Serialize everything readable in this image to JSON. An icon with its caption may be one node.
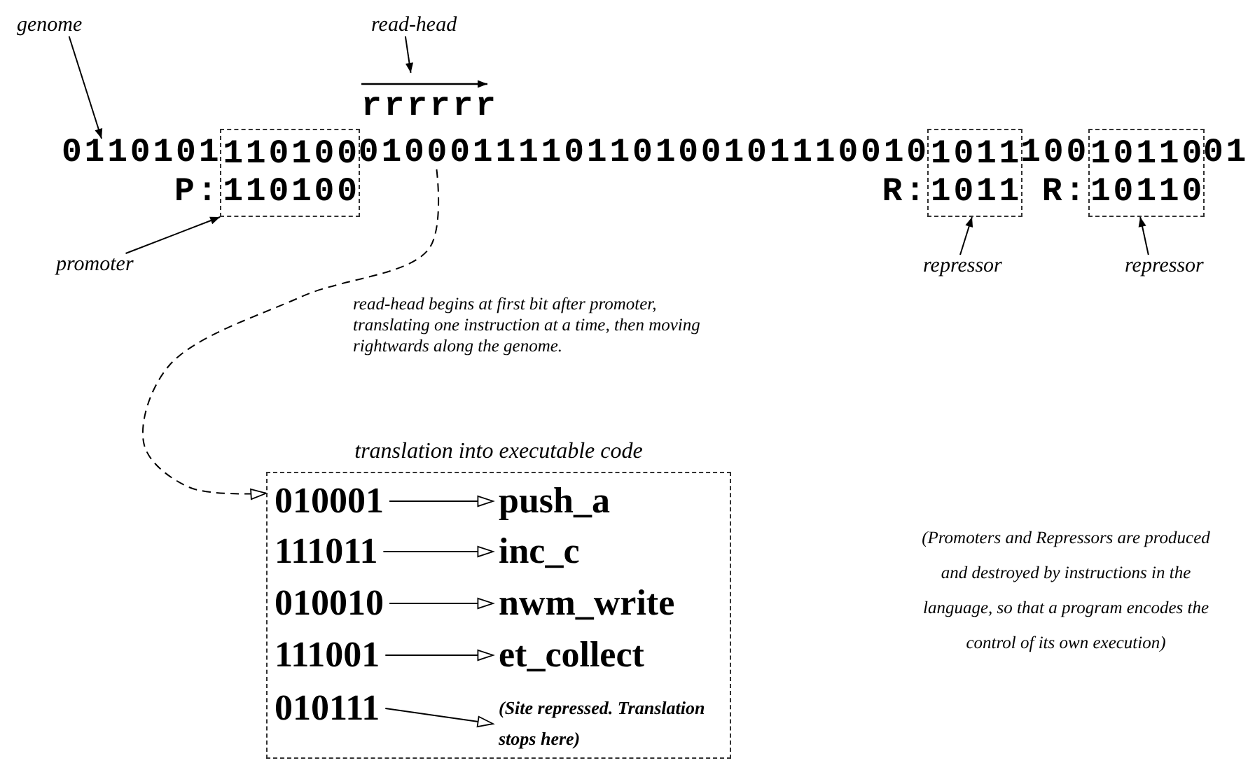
{
  "diagram": {
    "nodes": [
      {
        "text": [
          "genome"
        ]
      },
      {
        "text": [
          "read-head"
        ]
      },
      {
        "text": [
          "rrrrrr"
        ]
      },
      {
        "text": [
          "0110101"
        ]
      },
      {
        "text": [
          "110100",
          "110100"
        ],
        "beside": [
          "P:"
        ]
      },
      {
        "text": [
          "0100011110110100101110010"
        ]
      },
      {
        "text": [
          "1011",
          "1011"
        ],
        "beside": [
          "R:"
        ]
      },
      {
        "text": [
          "100"
        ]
      },
      {
        "text": [
          "10110",
          "10110"
        ],
        "beside": [
          "R:"
        ]
      },
      {
        "text": [
          "01"
        ]
      },
      {
        "text": [
          "promoter"
        ]
      },
      {
        "text": [
          "repressor"
        ]
      },
      {
        "text": [
          "repressor"
        ]
      },
      {
        "text": [
          "translation into executable code"
        ]
      },
      {
        "text": [
          "010001"
        ],
        "in": 13
      },
      {
        "text": [
          "push_a"
        ],
        "in": 13
      },
      {
        "text": [
          "111011"
        ],
        "in": 13
      },
      {
        "text": [
          "inc_c"
        ],
        "in": 13
      },
      {
        "text": [
          "010010"
        ],
        "in": 13
      },
      {
        "text": [
          "nwm_write"
        ],
        "in": 13
      },
      {
        "text": [
          "111001"
        ],
        "in": 13
      },
      {
        "text": [
          "et_collect"
        ],
        "in": 13
      },
      {
        "text": [
          "010111"
        ],
        "in": 13
      },
      {
        "text": [
          "(Site repressed. Translation stops here)"
        ],
        "in": 13
      }
    ],
    "edges": [
      {
        "from": 0,
        "to": 3,
        "arrow": "to"
      },
      {
        "from": 1,
        "to": 2,
        "arrow": "to"
      },
      {
        "from": 10,
        "to": 4,
        "arrow": "to"
      },
      {
        "from": 11,
        "to": 6,
        "arrow": "to"
      },
      {
        "from": 12,
        "to": 8,
        "arrow": "to"
      },
      {
        "from": 5,
        "to": 13,
        "arrow": "to",
        "style": "dashed"
      },
      {
        "from": 14,
        "to": 15,
        "arrow": "to"
      },
      {
        "from": 16,
        "to": 17,
        "arrow": "to"
      },
      {
        "from": 18,
        "to": 19,
        "arrow": "to"
      },
      {
        "from": 20,
        "to": 21,
        "arrow": "to"
      },
      {
        "from": 22,
        "to": 23,
        "arrow": "to"
      }
    ],
    "labels": [
      "read-head begins at first bit after promoter, translating one instruction at a time, then moving rightwards along the genome.",
      "(Promoters and Repressors are produced and destroyed by instructions in the language, so that a program encodes the control of its own execution)"
    ]
  }
}
